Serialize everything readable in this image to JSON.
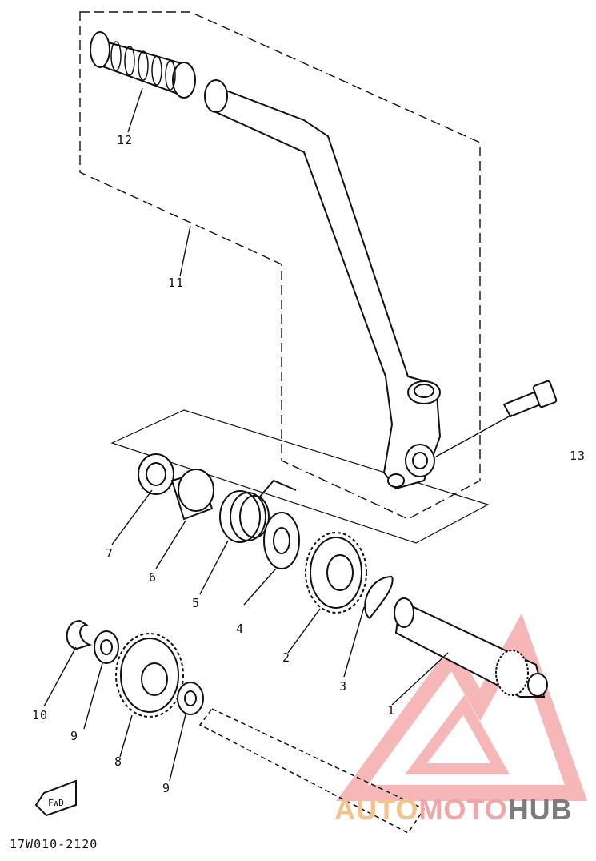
{
  "diagram": {
    "part_numbers": [
      "1",
      "2",
      "3",
      "4",
      "5",
      "6",
      "7",
      "8",
      "9",
      "9",
      "10",
      "11",
      "12",
      "13"
    ],
    "drawing_code": "17W010-2120",
    "fwd_label": "FWD"
  },
  "watermark": {
    "part1": "AUTO",
    "part2": "MOTO",
    "part3": "HUB",
    "colors": {
      "orange": "#f6c28a",
      "red": "#f2a5a5",
      "gray": "#7c7c7c"
    }
  }
}
